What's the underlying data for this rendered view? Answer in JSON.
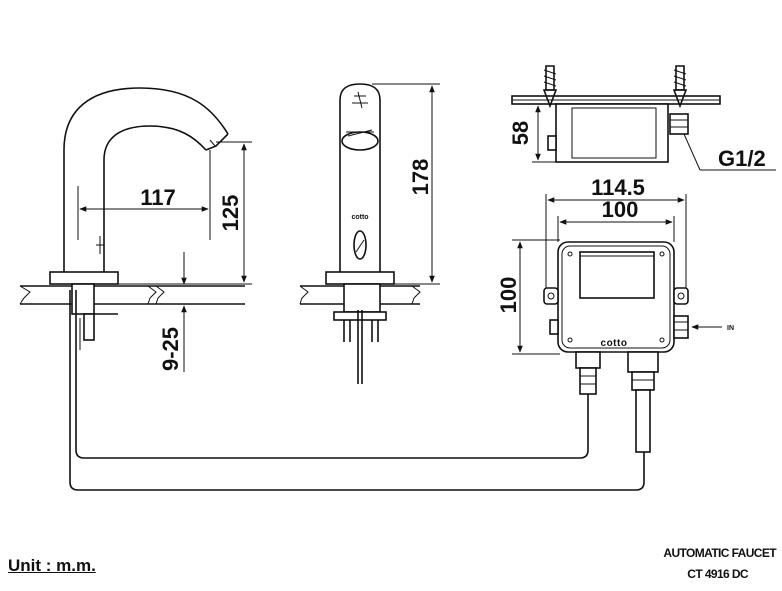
{
  "dimensions": {
    "spout_reach": "117",
    "spout_height": "125",
    "deck_thickness": "9-25",
    "total_height": "178",
    "box_depth": "58",
    "thread": "G1/2",
    "box_width_outer": "114.5",
    "box_width_inner": "100",
    "box_height": "100"
  },
  "labels": {
    "inlet": "IN",
    "brand": "cotto"
  },
  "footer": {
    "unit": "Unit : m.m.",
    "product_name": "AUTOMATIC FAUCET",
    "model": "CT 4916 DC"
  }
}
